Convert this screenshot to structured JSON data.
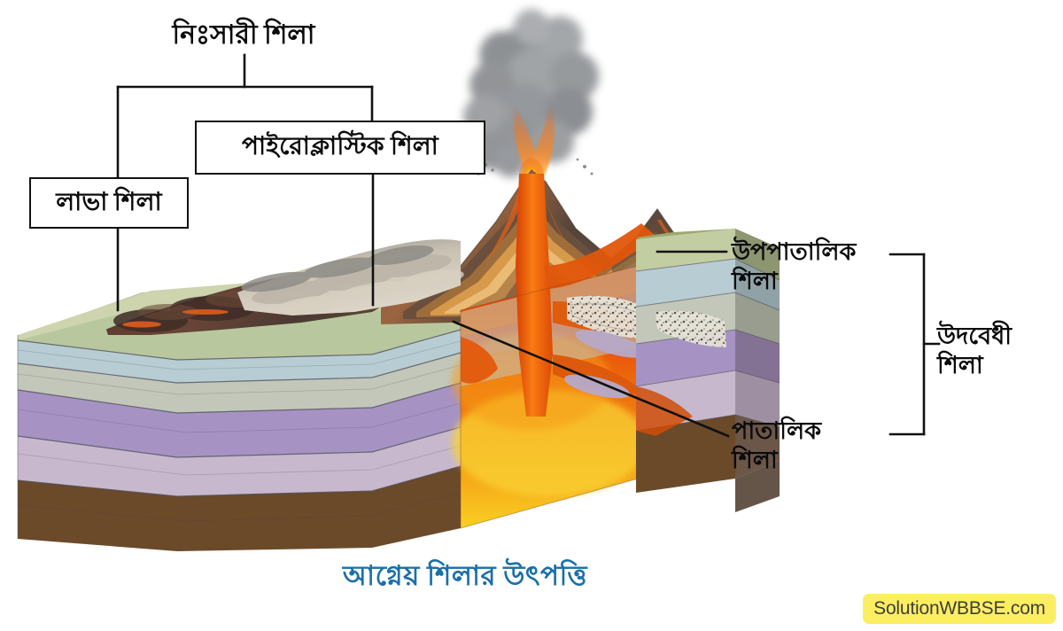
{
  "diagram": {
    "title_caption": "আগ্নেয় শিলার উৎপত্তি",
    "caption_color": "#1a6fa8",
    "background": "#ffffff"
  },
  "labels": {
    "extrusive": "নিঃসারী শিলা",
    "lava": "লাভা শিলা",
    "pyroclastic": "পাইরোক্লাস্টিক শিলা",
    "hypabyssal": "উপপাতালিক\nশিলা",
    "hypabyssal_line1": "উপপাতালিক",
    "hypabyssal_line2": "শিলা",
    "plutonic_line1": "পাতালিক",
    "plutonic_line2": "শিলা",
    "intrusive_line1": "উদবেধী",
    "intrusive_line2": "শিলা"
  },
  "watermark": {
    "text": "SolutionWBBSE.com",
    "background": "#fcee61",
    "text_color": "#3d3d3d"
  },
  "geology": {
    "strata": [
      {
        "name": "topsoil-green-layer",
        "color": "#c3cda2"
      },
      {
        "name": "blue-gray-sedimentary-layer",
        "color": "#b8ccd4"
      },
      {
        "name": "gray-green-sedimentary-layer",
        "color": "#bfc4b8"
      },
      {
        "name": "purple-rock-layer",
        "color": "#a693c4"
      },
      {
        "name": "light-lavender-layer",
        "color": "#c5b6cd"
      },
      {
        "name": "dark-brown-basement-layer",
        "color": "#6b4a2a"
      }
    ],
    "magma_color_top": "#e24b10",
    "magma_color_bottom": "#f7c81e",
    "ash_plume_color": "#8d9094",
    "lava_flow_color": "#4b342c",
    "pyroclastic_deposit_color": "#cdc7bb",
    "volcano_cone_colors": [
      "#8a6a4d",
      "#c8803a",
      "#e0902f",
      "#5d4436"
    ],
    "batholith_color": "#e3e0d6"
  }
}
